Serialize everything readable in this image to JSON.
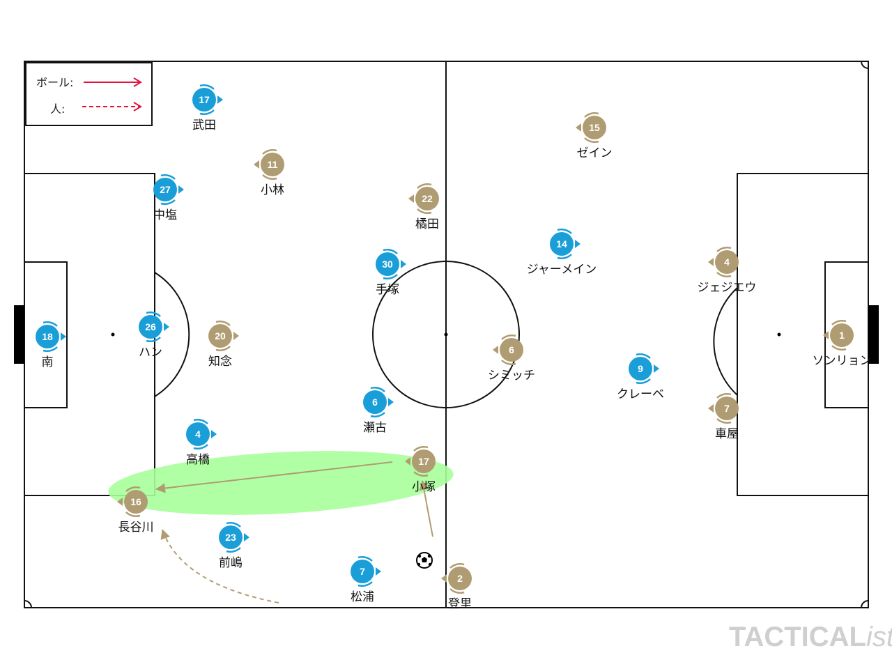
{
  "legend": {
    "ball_label": "ボール:",
    "person_label": "人:"
  },
  "colors": {
    "home": "#1a9ed8",
    "away": "#b09c72",
    "ball_arrow": "#e0143c",
    "highlight": "#a8ff9a",
    "pitch_line": "#111111"
  },
  "players": [
    {
      "team": "home",
      "number": "17",
      "name": "武田",
      "facing": "right"
    },
    {
      "team": "home",
      "number": "27",
      "name": "中塩",
      "facing": "right"
    },
    {
      "team": "home",
      "number": "30",
      "name": "手塚",
      "facing": "right"
    },
    {
      "team": "home",
      "number": "18",
      "name": "南",
      "facing": "right"
    },
    {
      "team": "home",
      "number": "26",
      "name": "ハン",
      "facing": "right"
    },
    {
      "team": "home",
      "number": "6",
      "name": "瀬古",
      "facing": "right"
    },
    {
      "team": "home",
      "number": "4",
      "name": "高橋",
      "facing": "right"
    },
    {
      "team": "home",
      "number": "23",
      "name": "前嶋",
      "facing": "right"
    },
    {
      "team": "home",
      "number": "7",
      "name": "松浦",
      "facing": "right"
    },
    {
      "team": "home",
      "number": "14",
      "name": "ジャーメイン",
      "facing": "right"
    },
    {
      "team": "home",
      "number": "9",
      "name": "クレーベ",
      "facing": "right"
    },
    {
      "team": "away",
      "number": "11",
      "name": "小林",
      "facing": "left"
    },
    {
      "team": "away",
      "number": "22",
      "name": "橘田",
      "facing": "left"
    },
    {
      "team": "away",
      "number": "20",
      "name": "知念",
      "facing": "right"
    },
    {
      "team": "away",
      "number": "17",
      "name": "小塚",
      "facing": "left"
    },
    {
      "team": "away",
      "number": "16",
      "name": "長谷川",
      "facing": "left"
    },
    {
      "team": "away",
      "number": "2",
      "name": "登里",
      "facing": "left"
    },
    {
      "team": "away",
      "number": "15",
      "name": "ゼイン",
      "facing": "left"
    },
    {
      "team": "away",
      "number": "6",
      "name": "シミッチ",
      "facing": "left"
    },
    {
      "team": "away",
      "number": "4",
      "name": "ジェジエウ",
      "facing": "left"
    },
    {
      "team": "away",
      "number": "7",
      "name": "車屋",
      "facing": "left"
    },
    {
      "team": "away",
      "number": "1",
      "name": "ソンリョン",
      "facing": "left"
    }
  ],
  "watermark": {
    "main": "TACTICAL",
    "suffix": "ista"
  }
}
